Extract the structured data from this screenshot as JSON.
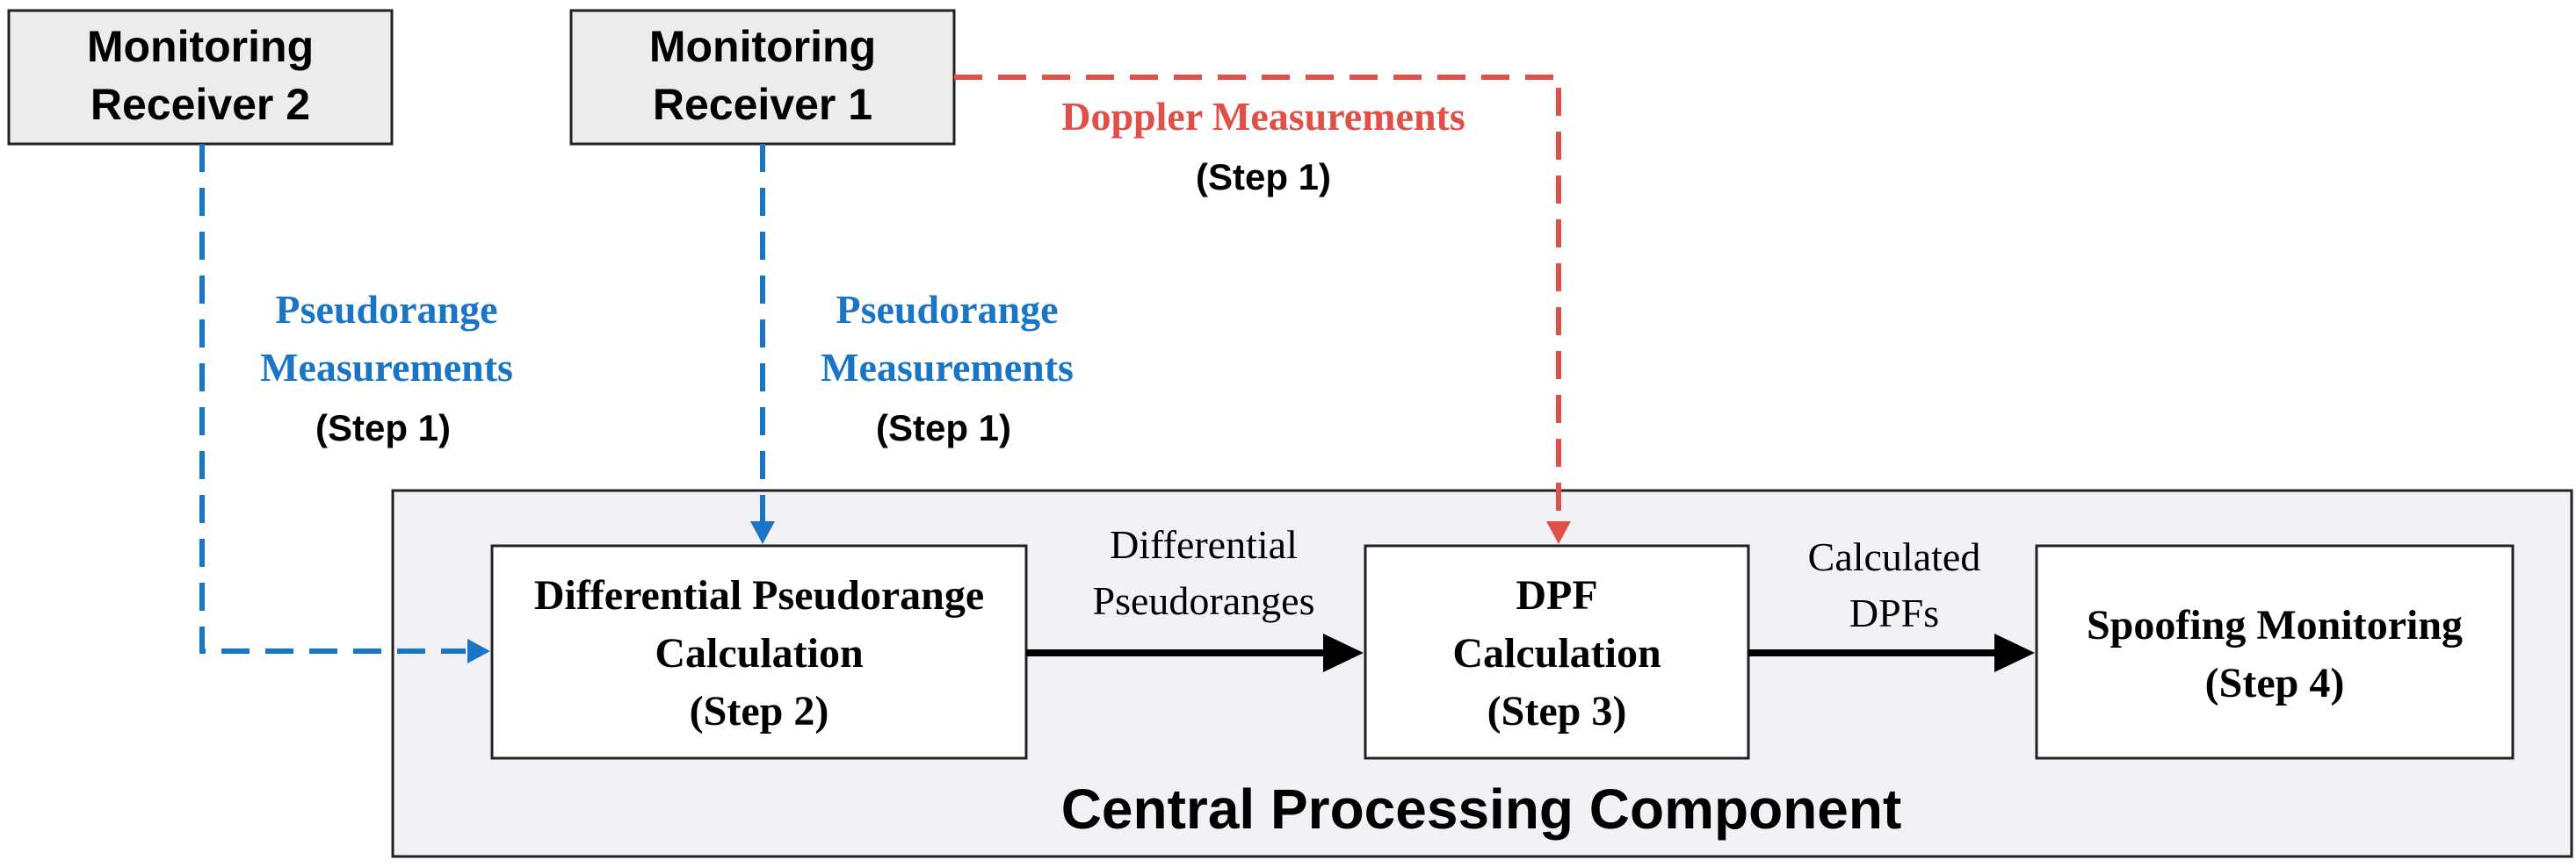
{
  "colors": {
    "blue": "#1a75c4",
    "red": "#e05047",
    "black": "#000000",
    "receiver_fill": "#ececec",
    "central_fill": "#f2f2f6"
  },
  "receivers": {
    "r2": {
      "line1": "Monitoring",
      "line2": "Receiver 2"
    },
    "r1": {
      "line1": "Monitoring",
      "line2": "Receiver 1"
    }
  },
  "labels": {
    "doppler": "Doppler Measurements",
    "doppler_step": "(Step 1)",
    "pseudo_r2_line1": "Pseudorange",
    "pseudo_r2_line2": "Measurements",
    "pseudo_r2_step": "(Step 1)",
    "pseudo_r1_line1": "Pseudorange",
    "pseudo_r1_line2": "Measurements",
    "pseudo_r1_step": "(Step 1)",
    "diff_line1": "Differential",
    "diff_line2": "Pseudoranges",
    "calc_line1": "Calculated",
    "calc_line2": "DPFs"
  },
  "central": {
    "title": "Central Processing Component"
  },
  "blocks": {
    "step2": {
      "line1": "Differential Pseudorange",
      "line2": "Calculation",
      "line3": "(Step 2)"
    },
    "step3": {
      "line1": "DPF",
      "line2": "Calculation",
      "line3": "(Step 3)"
    },
    "step4": {
      "line1": "Spoofing Monitoring",
      "line2": "(Step 4)"
    }
  }
}
